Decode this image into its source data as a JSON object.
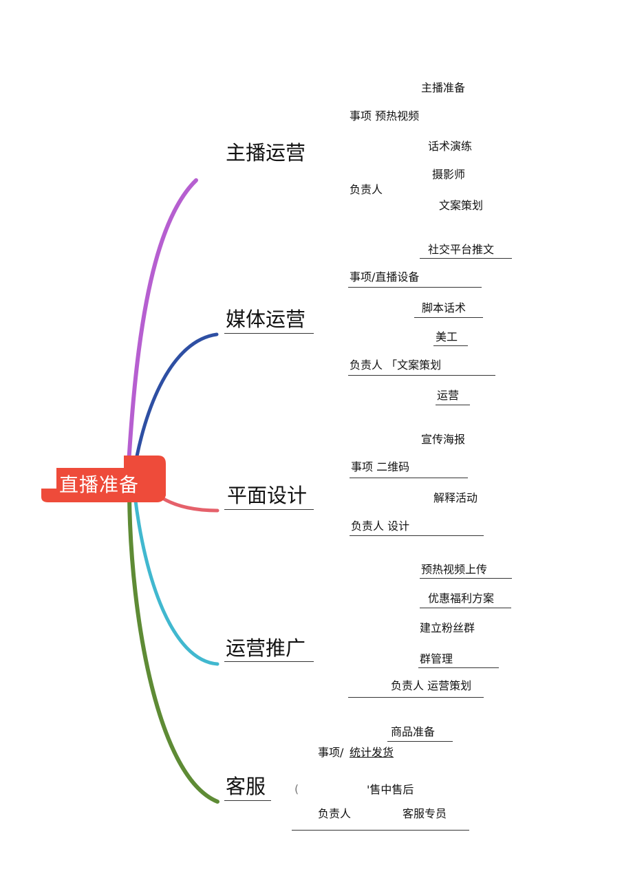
{
  "root": {
    "label": "直播准备",
    "color": "#EE4B3A"
  },
  "branch_colors": [
    "#B65FD0",
    "#2E4FA3",
    "#E5616B",
    "#41B8CF",
    "#5E8B35"
  ],
  "topics": [
    {
      "label": "主播运营",
      "items": [
        "主播准备",
        "事项 预热视频",
        "话术演练",
        "摄影师",
        "负责人",
        "文案策划"
      ]
    },
    {
      "label": "媒体运营",
      "items": [
        "社交平台推文",
        "事项/直播设备",
        "脚本话术",
        "美工",
        "负责人 「文案策划",
        "运营"
      ]
    },
    {
      "label": "平面设计",
      "items": [
        "宣传海报",
        "事项 二维码",
        "解释活动",
        "负责人 设计"
      ]
    },
    {
      "label": "运营推广",
      "items": [
        "预热视频上传",
        "优惠福利方案",
        "建立粉丝群",
        "群管理",
        "负责人 运营策划"
      ]
    },
    {
      "label": "客服",
      "items": [
        "商品准备",
        "事项/",
        "统计发货",
        "(",
        "'售中售后",
        "负责人",
        "客服专员"
      ]
    }
  ]
}
